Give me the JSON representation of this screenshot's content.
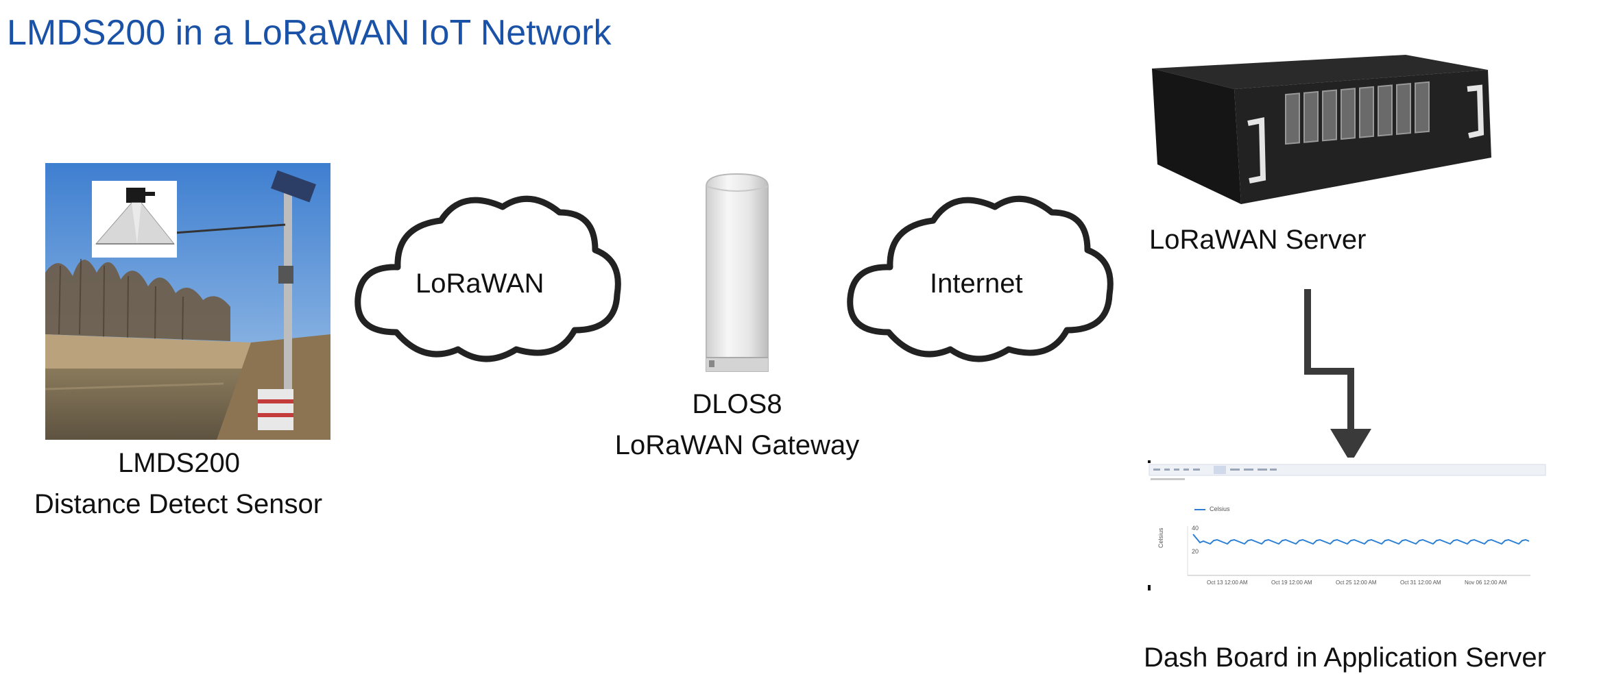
{
  "title": "LMDS200 in a LoRaWAN IoT Network",
  "sensor": {
    "name": "LMDS200",
    "description": "Distance Detect Sensor"
  },
  "cloud_lorawan": {
    "label": "LoRaWAN"
  },
  "gateway": {
    "name": "DLOS8",
    "description": "LoRaWAN Gateway"
  },
  "cloud_internet": {
    "label": "Internet"
  },
  "server": {
    "label": "LoRaWAN Server"
  },
  "dashboard": {
    "caption": "Dash Board in Application Server",
    "legend": "Celsius",
    "y_label": "Celsius",
    "y_ticks": [
      "40",
      "20"
    ],
    "x_ticks": [
      "Oct 13 12:00 AM",
      "Oct 19 12:00 AM",
      "Oct 25 12:00 AM",
      "Oct 31 12:00 AM",
      "Nov 06 12:00 AM"
    ]
  },
  "colors": {
    "title": "#1a52a8",
    "arrow": "#3a3a3a",
    "series": "#2a7fd4",
    "cloud_fill": "#ffffff",
    "cloud_stroke": "#222222"
  }
}
